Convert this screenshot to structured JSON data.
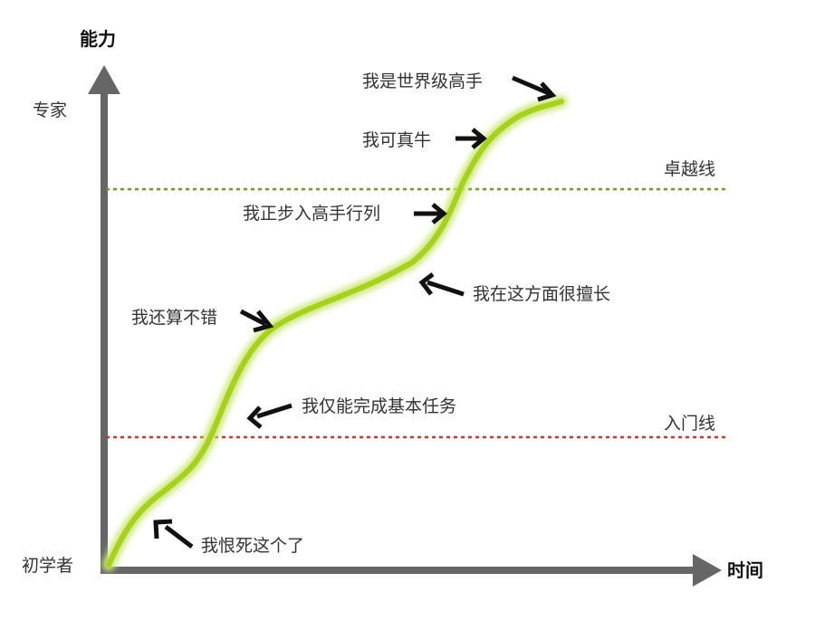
{
  "diagram": {
    "y_axis_title": "能力",
    "x_axis_title": "时间",
    "levels": {
      "top": "专家",
      "bottom": "初学者"
    },
    "thresholds": [
      {
        "label": "卓越线",
        "color": "#6a9a1f"
      },
      {
        "label": "入门线",
        "color": "#c0392b"
      }
    ],
    "curve_color": "#a6d21e",
    "annotations": [
      {
        "text": "我恨死这个了"
      },
      {
        "text": "我仅能完成基本任务"
      },
      {
        "text": "我还算不错"
      },
      {
        "text": "我在这方面很擅长"
      },
      {
        "text": "我正步入高手行列"
      },
      {
        "text": "我可真牛"
      },
      {
        "text": "我是世界级高手"
      }
    ]
  }
}
